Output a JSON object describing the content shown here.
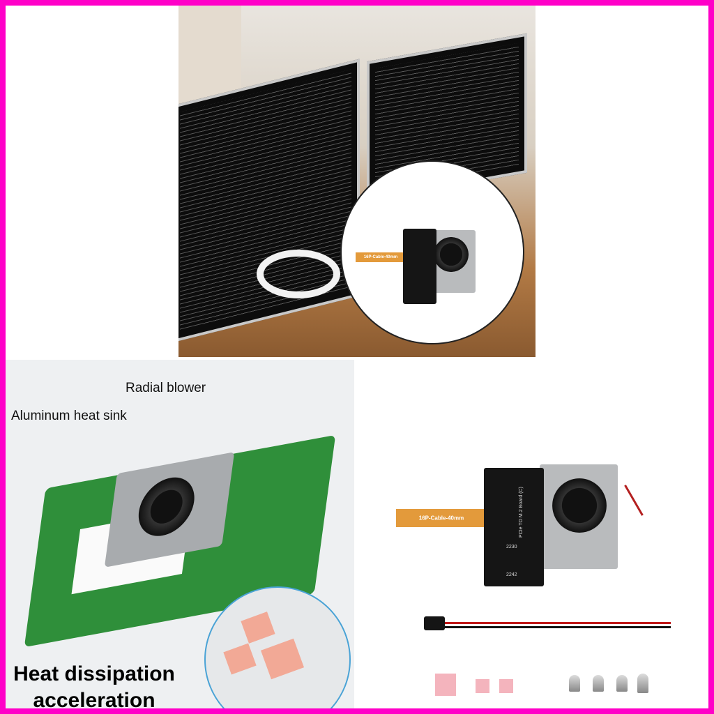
{
  "frame_color": "#ff00c8",
  "product_inset": {
    "cable_label": "16P-Cable-40mm"
  },
  "diagram": {
    "label_blower": "Radial blower",
    "label_heatsink": "Aluminum heat sink",
    "headline_line1": "Heat dissipation",
    "headline_line2": "acceleration"
  },
  "product": {
    "cable_label": "16P-Cable-40mm",
    "board_label": "PCIe TO M.2 Board (C)",
    "size_2230": "2230",
    "size_2242": "2242"
  }
}
